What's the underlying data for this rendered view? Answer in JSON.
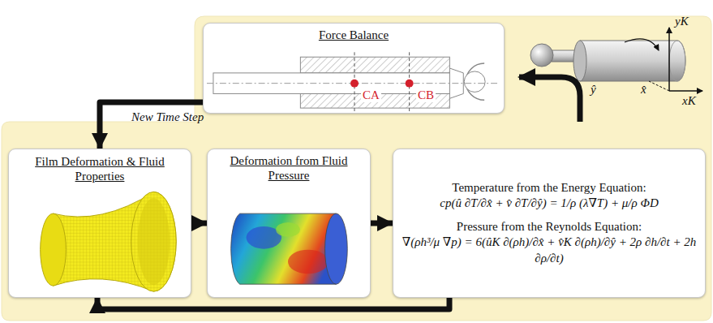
{
  "diagram": {
    "nodes": [
      {
        "text": [
          "Force Balance"
        ]
      },
      {
        "text": [
          "Film Deformation & Fluid Properties"
        ]
      },
      {
        "text": [
          "Deformation from Fluid Pressure"
        ]
      },
      {
        "text": [
          "Temperature from the Energy Equation:",
          "cp(û ∂T/∂x̂ + v̂ ∂T/∂ŷ) = 1/ρ (λ∇T) + μ/ρ ΦD",
          "Pressure from the Reynolds Equation:",
          "∇(ρh³/μ ∇p) = 6(ûK ∂(ρh)/∂x̂ + v̂K ∂(ρh)/∂ŷ + 2ρ ∂h/∂t + 2h ∂ρ/∂t)"
        ]
      }
    ],
    "edges": [
      {
        "from": 0,
        "to": 1,
        "label": "New Time Step",
        "arrow": "to"
      },
      {
        "from": 1,
        "to": 2,
        "arrow": "to"
      },
      {
        "from": 2,
        "to": 3,
        "arrow": "to"
      },
      {
        "from": 3,
        "to": 1,
        "arrow": "to"
      }
    ],
    "labels": [
      "CA",
      "CB",
      "yK",
      "xK",
      "x̂",
      "ŷ"
    ]
  }
}
